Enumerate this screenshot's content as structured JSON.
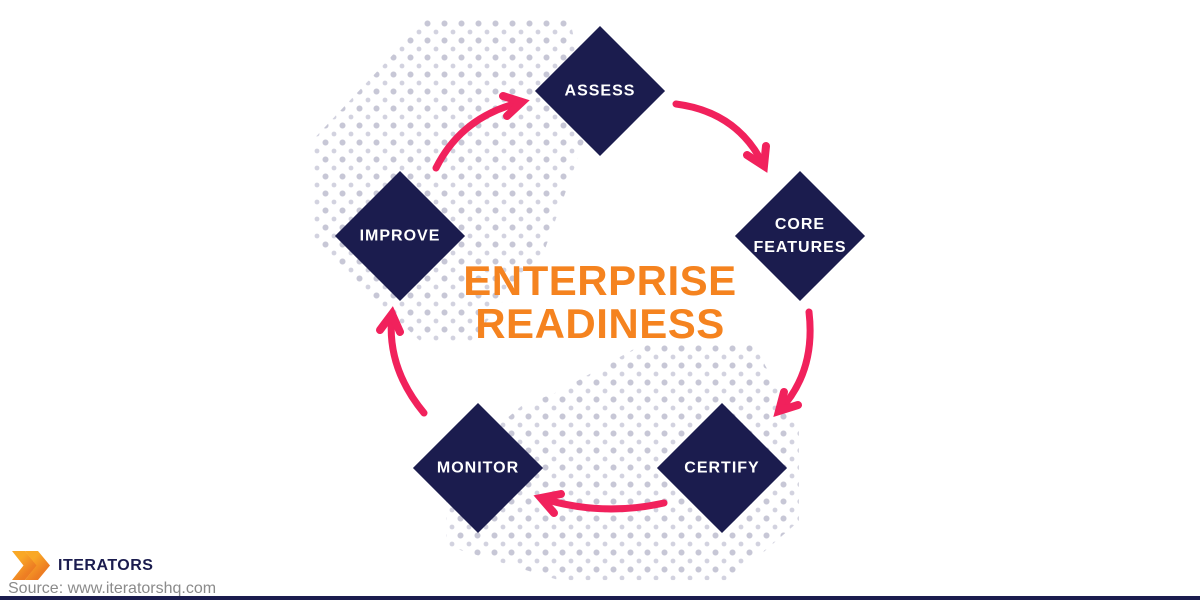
{
  "diagram": {
    "title": {
      "line1": "ENTERPRISE",
      "line2": "READINESS"
    },
    "nodes": [
      {
        "id": "assess",
        "label": "ASSESS"
      },
      {
        "id": "core-features",
        "label": "CORE FEATURES"
      },
      {
        "id": "certify",
        "label": "CERTIFY"
      },
      {
        "id": "monitor",
        "label": "MONITOR"
      },
      {
        "id": "improve",
        "label": "IMPROVE"
      }
    ],
    "flow": [
      "IMPROVE → ASSESS",
      "ASSESS → CORE FEATURES",
      "CORE FEATURES → CERTIFY",
      "CERTIFY → MONITOR",
      "MONITOR → IMPROVE"
    ]
  },
  "footer": {
    "brand": "ITERATORS",
    "source": "Source: www.iteratorshq.com"
  },
  "colors": {
    "node_navy": "#1b1c4e",
    "arrow_pink": "#f1215c",
    "title_orange": "#f5831f",
    "dot_lavender": "#c7c7d6",
    "logo_orange_light": "#f9a826",
    "logo_orange_dark": "#ed7d23",
    "source_gray": "#8b8b8b"
  }
}
